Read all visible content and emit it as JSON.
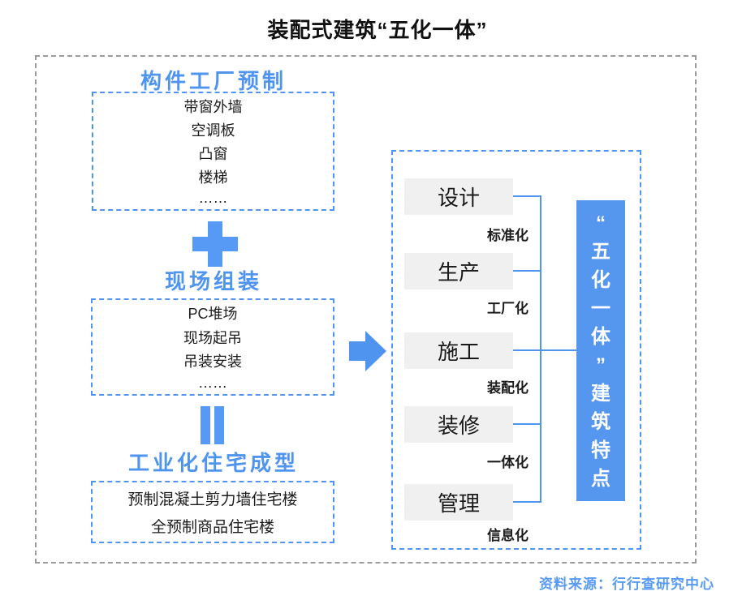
{
  "title": "装配式建筑“五化一体”",
  "colors": {
    "accent_blue": "#4f94ee",
    "fill_blue": "#5596ee",
    "icon_blue": "#579af5",
    "frame_gray": "#9b9b9b",
    "process_box_gray": "#f0f0f0"
  },
  "left_flow": {
    "steps": [
      {
        "heading": "构件工厂预制",
        "items": [
          "带窗外墙",
          "空调板",
          "凸窗",
          "楼梯",
          "……"
        ]
      },
      {
        "heading": "现场组装",
        "items": [
          "PC堆场",
          "现场起吊",
          "吊装安装",
          "……"
        ]
      },
      {
        "heading": "工业化住宅成型",
        "items": [
          "预制混凝土剪力墙住宅楼",
          "全预制商品住宅楼"
        ]
      }
    ],
    "operators": [
      {
        "name": "plus-icon",
        "meaning": "加"
      },
      {
        "name": "equals-icon",
        "meaning": "等于"
      }
    ]
  },
  "arrow": {
    "name": "arrow-right-icon"
  },
  "right_panel": {
    "processes": [
      {
        "label": "设计",
        "modernization": "标准化"
      },
      {
        "label": "生产",
        "modernization": "工厂化"
      },
      {
        "label": "施工",
        "modernization": "装配化"
      },
      {
        "label": "装修",
        "modernization": "一体化"
      },
      {
        "label": "管理",
        "modernization": "信息化"
      }
    ],
    "result_box": "“五化一体”建筑特点"
  },
  "source": "资料来源：行行查研究中心"
}
